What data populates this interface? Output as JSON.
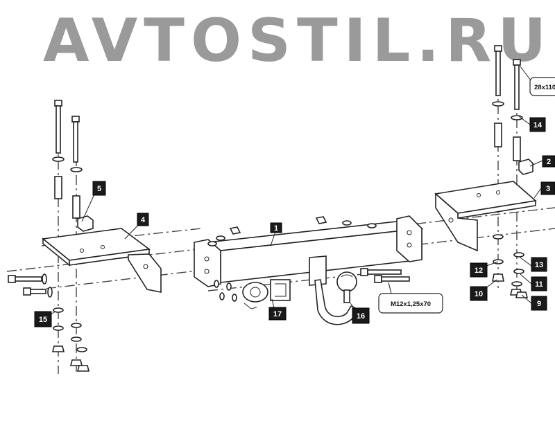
{
  "watermark": "AVTOSTIL.RU",
  "part_labels": [
    "1",
    "2",
    "3",
    "4",
    "5",
    "9",
    "10",
    "11",
    "12",
    "13",
    "14",
    "15",
    "16",
    "17"
  ],
  "callouts": {
    "bolt_long": "M12x1,25x70",
    "bolt_top": "28x110"
  }
}
